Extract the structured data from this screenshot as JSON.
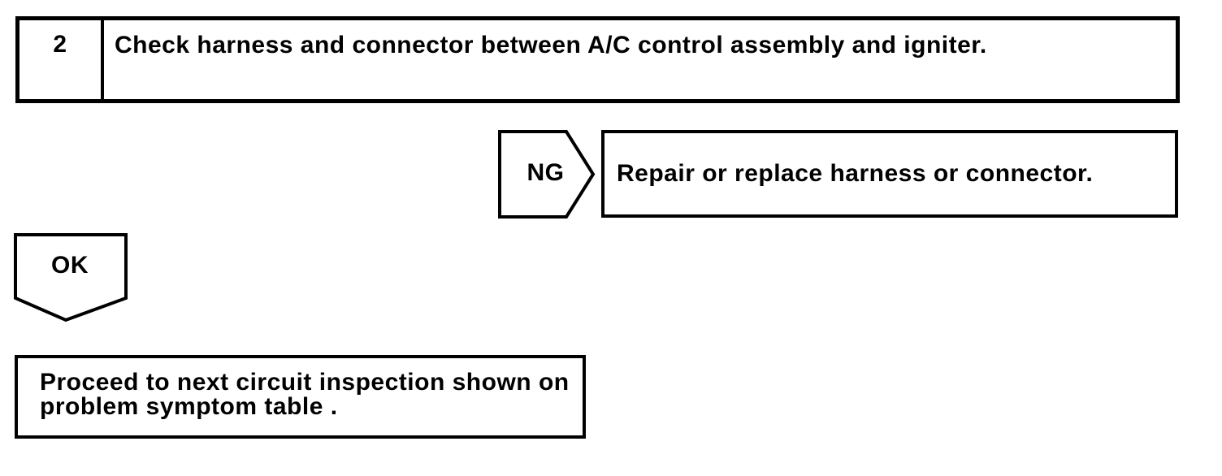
{
  "flowchart": {
    "step": {
      "number": "2",
      "instruction": "Check harness and connector between A/C control assembly and igniter."
    },
    "ng_branch": {
      "label": "NG",
      "action": "Repair or replace harness or connector."
    },
    "ok_branch": {
      "label": "OK",
      "action_lines": [
        "Proceed to next circuit inspection shown on",
        "problem symptom table ."
      ]
    },
    "colors": {
      "line": "#000000",
      "background": "#ffffff"
    }
  }
}
